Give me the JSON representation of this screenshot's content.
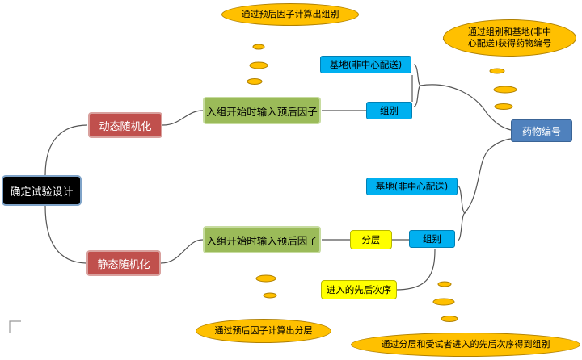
{
  "root": "确定试验设计",
  "branches": {
    "dynamic": {
      "label": "动态随机化",
      "input": "入组开始时输入预后因子",
      "group": "组别",
      "site": "基地(非中心配送)",
      "note_top": "通过预后因子计算出组别"
    },
    "static": {
      "label": "静态随机化",
      "input": "入组开始时输入预后因子",
      "stratum": "分层",
      "group": "组别",
      "site": "基地(非中心配送)",
      "order": "进入的先后次序",
      "note_stratum": "通过预后因子计算出分层",
      "note_group": "通过分层和受试者进入的先后次序得到组别"
    }
  },
  "drug": {
    "label": "药物编号",
    "note": "通过组别和基地(非中心配送)获得药物编号",
    "note_line1": "通过组别和基地(非中",
    "note_line2": "心配送)获得药物编号"
  },
  "colors": {
    "root": "#000000",
    "randomization": "#c0504d",
    "input": "#9bbb59",
    "site_group": "#00b0f0",
    "drug": "#4f81bd",
    "stratum": "#ffff00",
    "note": "#ffc000"
  }
}
